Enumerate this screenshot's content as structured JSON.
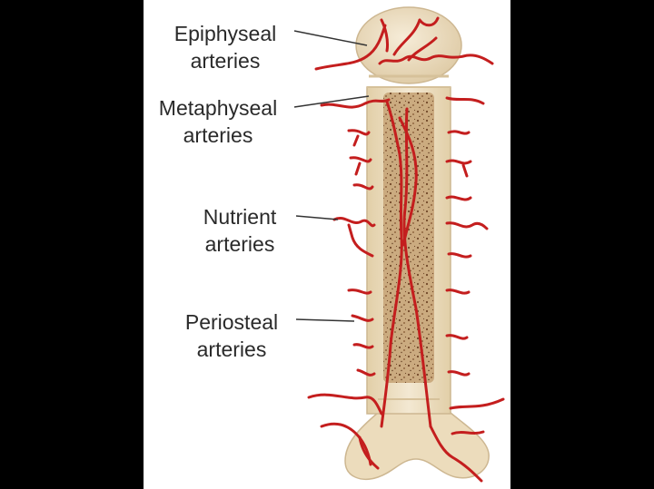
{
  "labels": [
    {
      "id": "epiphyseal",
      "line1": "Epiphyseal",
      "line2": "arteries"
    },
    {
      "id": "metaphyseal",
      "line1": "Metaphyseal",
      "line2": "arteries"
    },
    {
      "id": "nutrient",
      "line1": "Nutrient",
      "line2": "arteries"
    },
    {
      "id": "periosteal",
      "line1": "Periosteal",
      "line2": "arteries"
    }
  ],
  "colors": {
    "background_outer": "#000000",
    "panel": "#ffffff",
    "bone": "#ebdcc0",
    "bone_outline": "#cdb791",
    "marrow": "#c8a67a",
    "marrow_speckle": "#6b4020",
    "artery": "#c41e1e",
    "leader_line": "#333333",
    "text": "#2a2a2a"
  }
}
